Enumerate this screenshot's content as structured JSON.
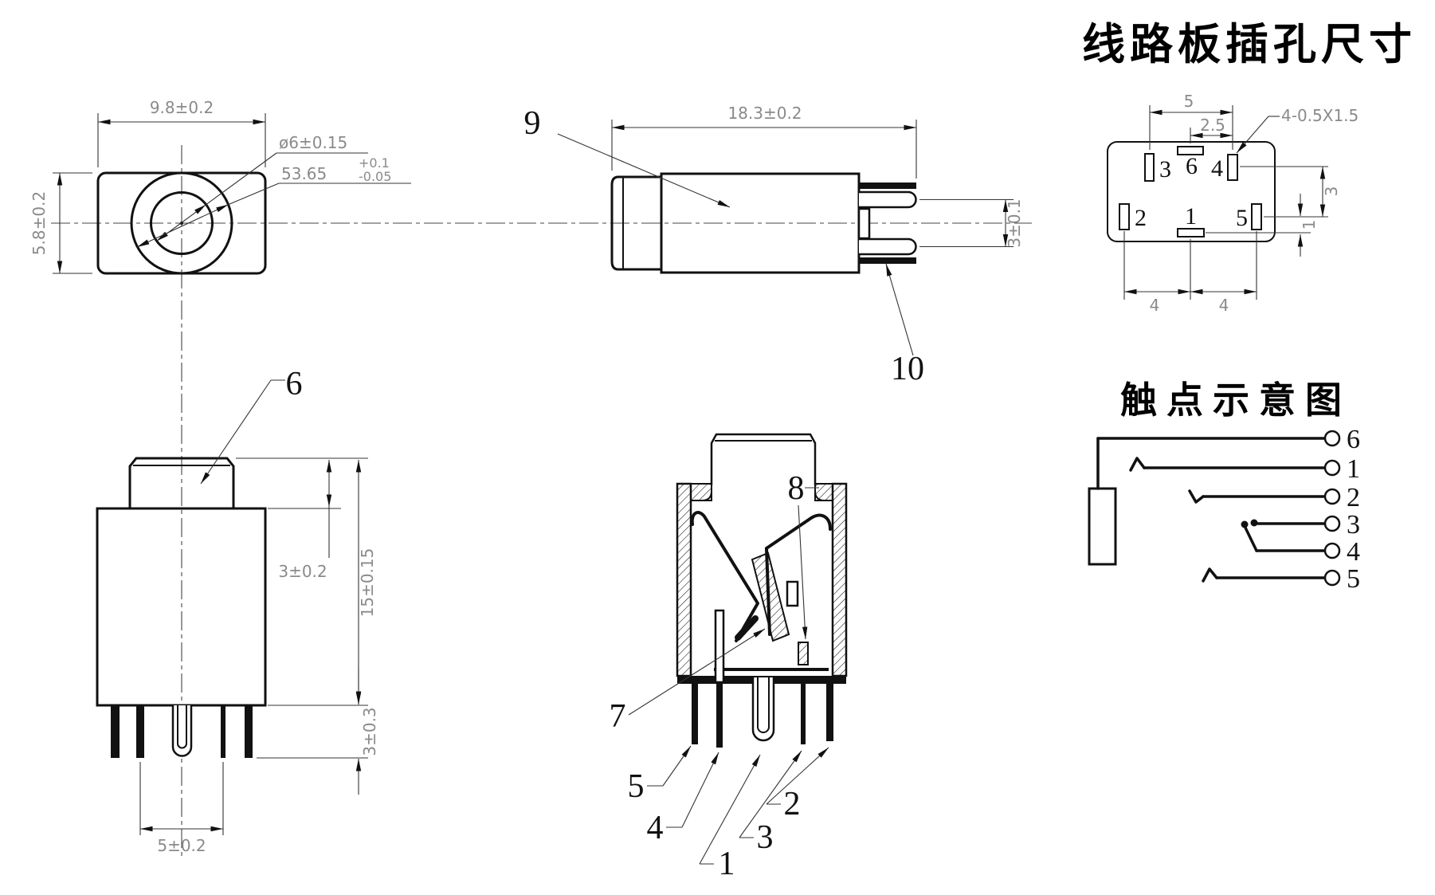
{
  "colors": {
    "ink": "#111111",
    "dim_text": "#8a8a8a"
  },
  "titles": {
    "pcb": "线路板插孔尺寸",
    "contact": "触点示意图"
  },
  "top_view": {
    "dim_width": "9.8±0.2",
    "dim_height": "5.8±0.2",
    "dim_inner_dia": "ø6±0.15",
    "dim_outer": "53.65",
    "tol_plus": "+0.1",
    "tol_minus": "-0.05"
  },
  "side_view": {
    "dim_length": "18.3±0.2",
    "dim_pin_gap": "3±0.1",
    "label_body": "9",
    "label_pin": "10"
  },
  "front_view": {
    "label_bushing": "6",
    "dim_bushing_height": "3±0.2",
    "dim_total_height": "15±0.15",
    "dim_pin_length": "3±0.3",
    "dim_pin_pitch": "5±0.2"
  },
  "section_view": {
    "label_spring": "7",
    "label_contact": "8",
    "label_pin5": "5",
    "label_pin4": "4",
    "label_pin1": "1",
    "label_pin3": "3",
    "label_pin2": "2"
  },
  "pcb_view": {
    "dim_span": "5",
    "dim_half": "2.5",
    "dim_slots": "4-0.5X1.5",
    "dim_row": "3",
    "dim_offset": "1",
    "dim_pitch_left": "4",
    "dim_pitch_right": "4",
    "pad3": "3",
    "pad6": "6",
    "pad4": "4",
    "pad2": "2",
    "pad1": "1",
    "pad5": "5"
  },
  "contact_view": {
    "t6": "6",
    "t1": "1",
    "t2": "2",
    "t3": "3",
    "t4": "4",
    "t5": "5"
  }
}
